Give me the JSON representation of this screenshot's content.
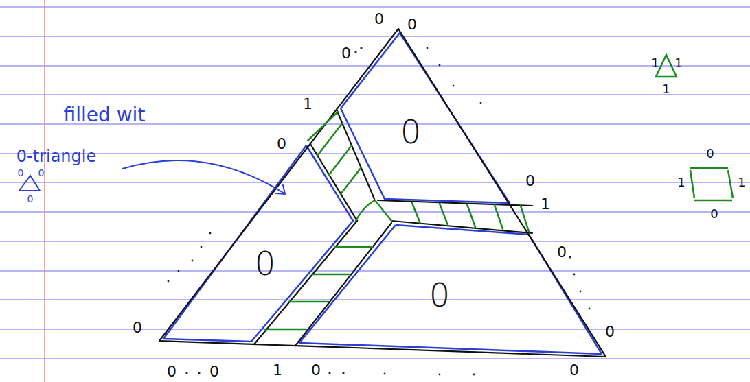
{
  "diagram": {
    "labels": [
      "0",
      "0",
      "0",
      "1",
      "0",
      "filled wit",
      "0-triangle",
      "0",
      "0",
      "0",
      "0",
      "0",
      "0",
      "0",
      "1",
      "0",
      "0",
      "0",
      "0",
      "0",
      "0",
      "1",
      "0",
      "1",
      "1",
      "1",
      "0",
      "1",
      "1",
      "0"
    ]
  }
}
